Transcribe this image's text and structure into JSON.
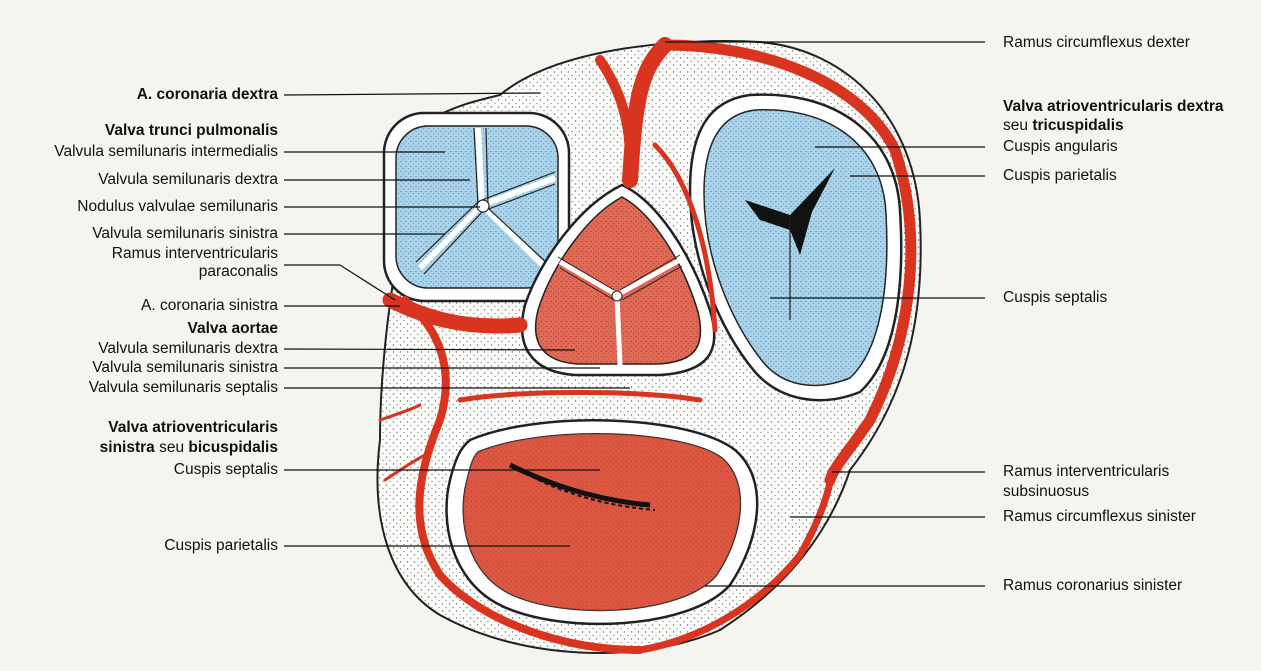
{
  "colors": {
    "page": "#f4f4f1",
    "tissue": "#fbfbf9",
    "artery": "#d8341f",
    "valve_red": "#e06a55",
    "valve_blue": "#a9d3ea",
    "stipple": "#222222",
    "leader": "#111111"
  },
  "labels": {
    "a_coronaria_dextra": "A. coronaria dextra",
    "valva_trunci_pulmonalis": "Valva trunci pulmonalis",
    "valvula_semilunaris_intermedialis": "Valvula semilunaris intermedialis",
    "valvula_semilunaris_dextra_pulm": "Valvula semilunaris dextra",
    "nodulus_valvulae_semilunaris": "Nodulus valvulae semilunaris",
    "valvula_semilunaris_sinistra_pulm": "Valvula semilunaris sinistra",
    "ramus_interventricularis_line1": "Ramus interventricularis",
    "ramus_interventricularis_line2": "paraconalis",
    "a_coronaria_sinistra": "A. coronaria sinistra",
    "valva_aortae": "Valva aortae",
    "valvula_semilunaris_dextra_aort": "Valvula semilunaris dextra",
    "valvula_semilunaris_sinistra_aort": "Valvula semilunaris sinistra",
    "valvula_semilunaris_septalis": "Valvula semilunaris septalis",
    "valva_av_sinistra_line1": "Valva atrioventricularis",
    "valva_av_sinistra_line2_bold": "sinistra",
    "valva_av_sinistra_line2_mid": " seu ",
    "valva_av_sinistra_line2_bold2": "bicuspidalis",
    "cuspis_septalis_left": "Cuspis septalis",
    "cuspis_parietalis_left": "Cuspis parietalis",
    "ramus_circumflexus_dexter": "Ramus circumflexus dexter",
    "valva_av_dextra_line1": "Valva atrioventricularis dextra",
    "valva_av_dextra_line2_pre": "seu ",
    "valva_av_dextra_line2_bold": "tricuspidalis",
    "cuspis_angularis": "Cuspis angularis",
    "cuspis_parietalis_right": "Cuspis parietalis",
    "cuspis_septalis_right": "Cuspis septalis",
    "ramus_interventricularis_subsinuosus_line1": "Ramus interventricularis",
    "ramus_interventricularis_subsinuosus_line2": "subsinuosus",
    "ramus_circumflexus_sinister": "Ramus circumflexus sinister",
    "ramus_coronarius_sinister": "Ramus coronarius sinister"
  }
}
